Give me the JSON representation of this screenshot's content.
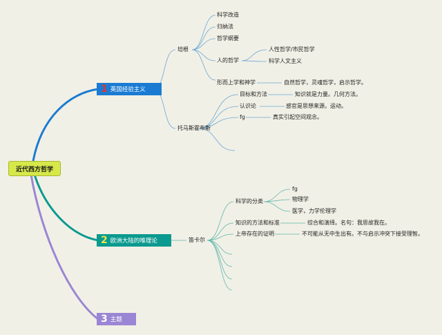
{
  "root": {
    "label": "近代西方哲学"
  },
  "branches": [
    {
      "number": "1",
      "label": "英国经验主义",
      "color": "#1b7bd3"
    },
    {
      "number": "2",
      "label": "欧洲大陆的唯理论",
      "color": "#0b9a8f"
    },
    {
      "number": "3",
      "label": "主题",
      "color": "#9a86d4"
    }
  ],
  "bacon": {
    "label": "培根",
    "items": [
      "科学改造",
      "归纳法",
      "哲学纲要"
    ],
    "human_philosophy": {
      "label": "人的哲学",
      "items": [
        "人性哲学/市民哲学",
        "科学人文主义"
      ]
    }
  },
  "hobbes": {
    "label": "托马斯霍布斯",
    "items": [
      {
        "label": "形而上学和神学",
        "note": "自然哲学，灵魂哲学，启示哲学。"
      },
      {
        "label": "目标和方法",
        "note": "知识就是力量。几何方法。"
      },
      {
        "label": "认识论",
        "note": "感官是思想来源。运动。"
      },
      {
        "label": "fg",
        "note": "真实引起空间观念。"
      }
    ]
  },
  "descartes": {
    "label": "笛卡尔",
    "classification": {
      "label": "科学的分类",
      "items": [
        "fg",
        "物理学",
        "医学，力学伦理学"
      ]
    },
    "items": [
      {
        "label": "知识的方法和标准",
        "note": "综合和演绎。名句：我思故我在。"
      },
      {
        "label": "上帝存在的证明",
        "note": "不可能从无中生出有。不与启示冲突下接受理智。"
      }
    ]
  }
}
